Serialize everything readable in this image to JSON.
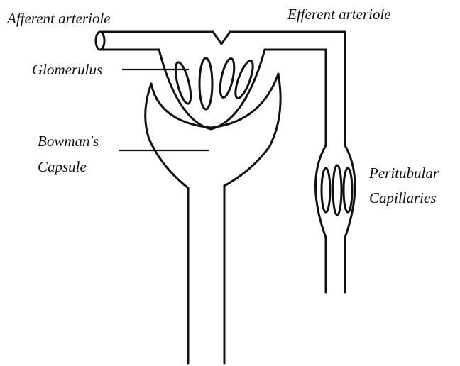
{
  "labels": {
    "afferent_arteriole": "Afferent arteriole",
    "efferent_arteriole": "Efferent arteriole",
    "glomerulus": "Glomerulus",
    "bowmans_capsule_line1": "Bowman's",
    "bowmans_capsule_line2": "Capsule",
    "peritubular_line1": "Peritubular",
    "peritubular_line2": "Capillaries"
  },
  "colors": {
    "line": "#111111",
    "background": "#ffffff"
  }
}
